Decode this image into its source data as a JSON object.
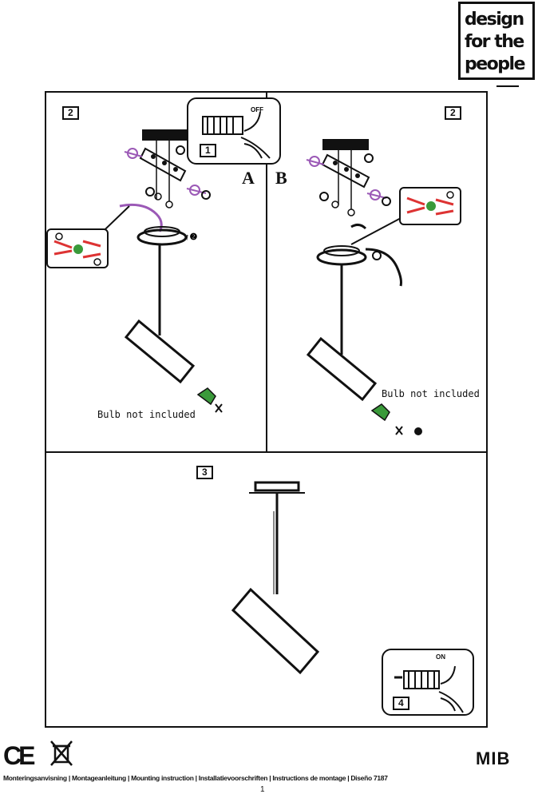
{
  "logo": {
    "lines": [
      "design",
      "for the",
      "people"
    ],
    "colors": {
      "ink": "#111111",
      "purple": "#9b59b6",
      "green": "#3a9a3a",
      "red": "#d33"
    }
  },
  "panels": {
    "top_left": {
      "step": "2",
      "inset_step": "1",
      "letter": "A",
      "bulb_note": "Bulb not included"
    },
    "top_right": {
      "step": "2",
      "letter": "B",
      "bulb_note": "Bulb not included"
    },
    "bottom": {
      "step": "3",
      "inset_step": "4",
      "inset_label": "ON"
    }
  },
  "footer": {
    "mark": "CE",
    "model": "MIB",
    "languages": "Monteringsanvisning | Montageanleitung | Mounting instruction | Installatievoorschriften | Instructions de montage | Diseño 7187",
    "page": "1"
  }
}
